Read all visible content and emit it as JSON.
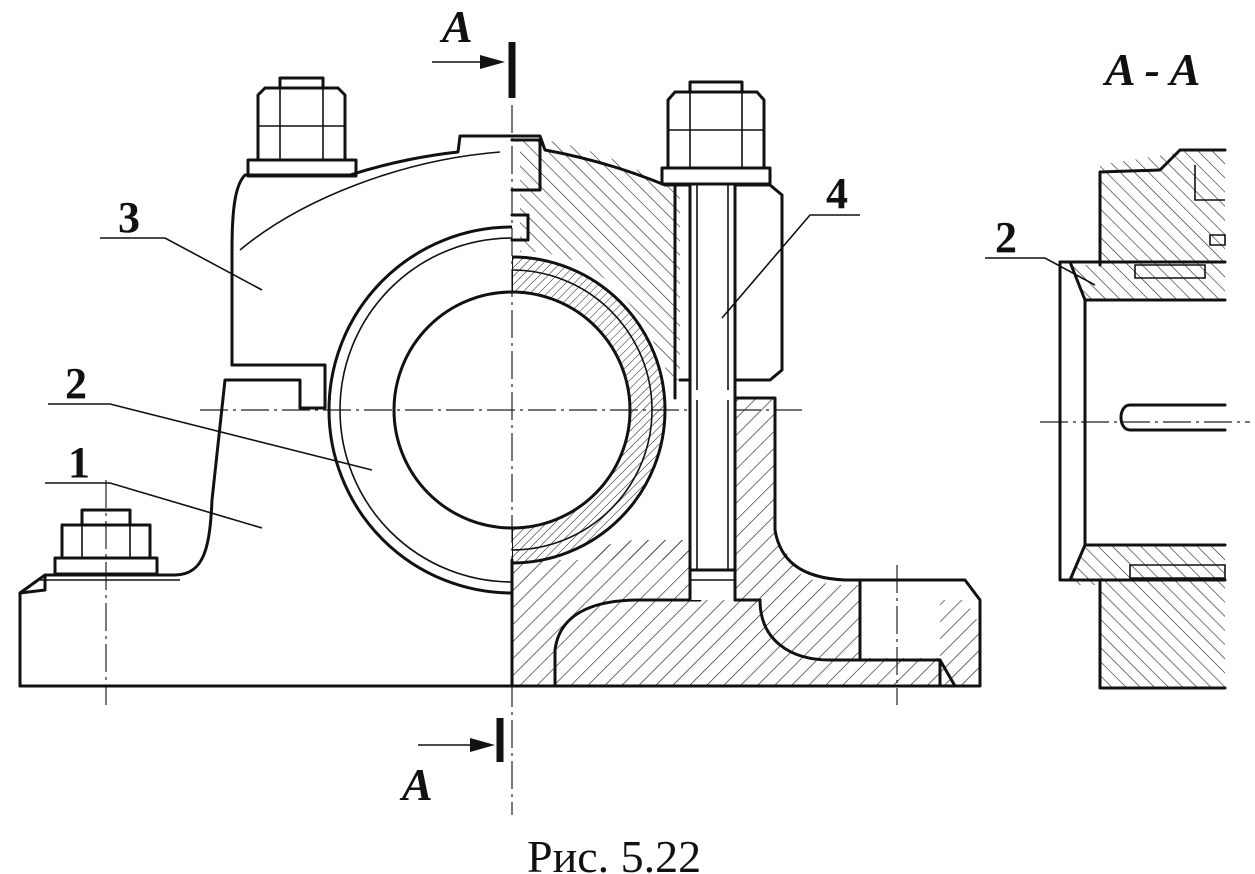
{
  "labels": {
    "part_1": "1",
    "part_2": "2",
    "part_3": "3",
    "part_4": "4",
    "part_2_section": "2"
  },
  "section": {
    "cut_top": "A",
    "cut_bottom": "A",
    "title": "A - A"
  },
  "caption": "Рис. 5.22"
}
